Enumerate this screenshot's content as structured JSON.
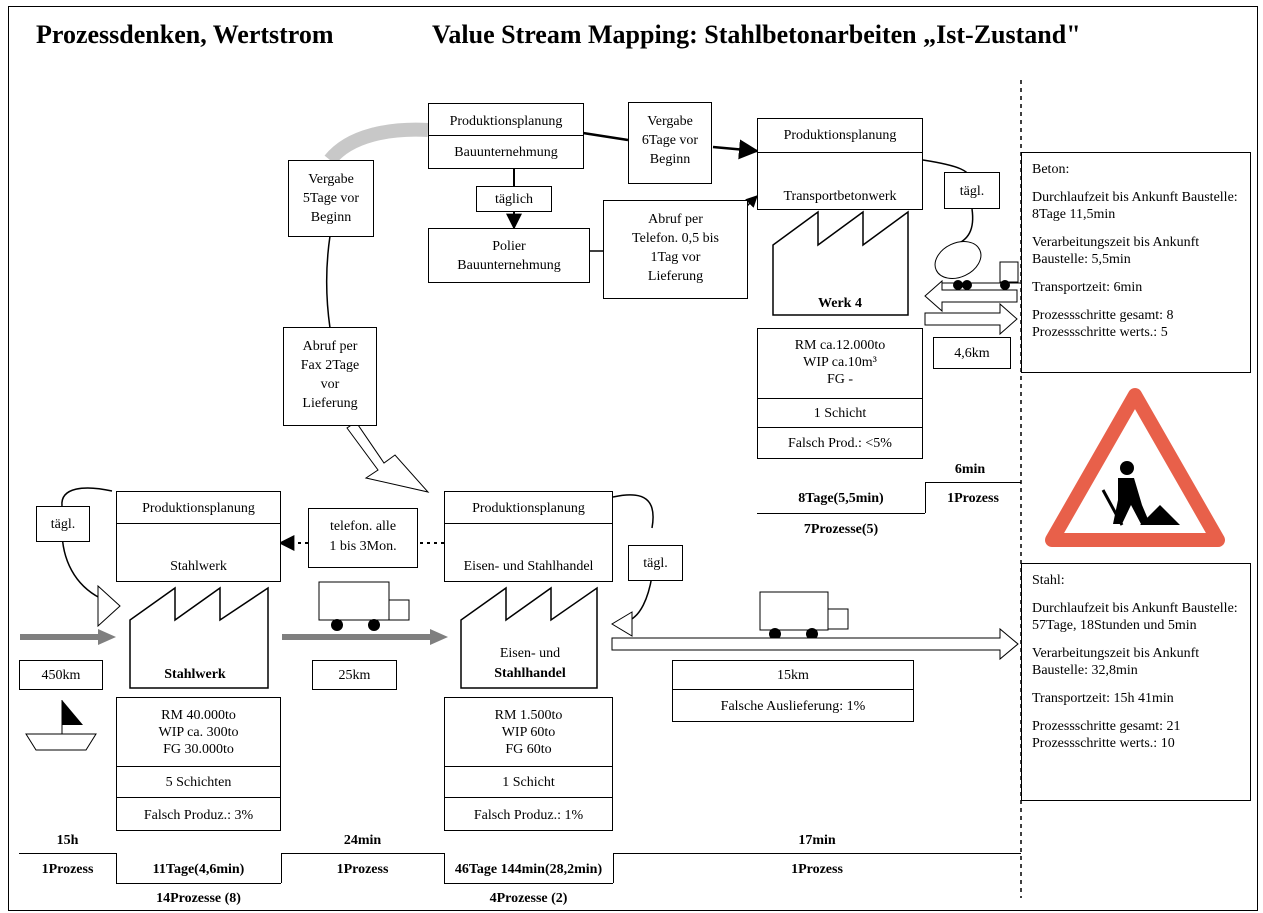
{
  "title_left": "Prozessdenken, Wertstrom",
  "title_right": "Value Stream Mapping: Stahlbetonarbeiten  „Ist-Zustand\"",
  "pp_bau": {
    "top": "Produktionsplanung",
    "bottom": "Bauunternehmung"
  },
  "vergabe6": [
    "Vergabe",
    "6Tage vor",
    "Beginn"
  ],
  "vergabe5": [
    "Vergabe",
    "5Tage vor",
    "Beginn"
  ],
  "taeglich_bau": "täglich",
  "polier": [
    "Polier",
    "Bauunternehmung"
  ],
  "abruf_tel": [
    "Abruf per",
    "Telefon. 0,5 bis",
    "1Tag vor",
    "Lieferung"
  ],
  "pp_transport": {
    "top": "Produktionsplanung",
    "bottom": "Transportbetonwerk"
  },
  "taegl_beton": "tägl.",
  "werk4": "Werk 4",
  "werk4_data": {
    "rm": "RM ca.12.000to",
    "wip": "WIP ca.10m³",
    "fg": "FG -",
    "schicht": "1 Schicht",
    "falsch": "Falsch Prod.: <5%"
  },
  "km_beton": "4,6km",
  "abruf_fax": [
    "Abruf per",
    "Fax 2Tage",
    "vor",
    "Lieferung"
  ],
  "beton_timeline": {
    "top": "6min",
    "left": "8Tage(5,5min)",
    "right": "1Prozess",
    "below": "7Prozesse(5)"
  },
  "beton_info": {
    "title": "Beton:",
    "items": [
      "Durchlaufzeit bis Ankunft Baustelle: 8Tage 11,5min",
      "Verarbeitungszeit bis Ankunft Baustelle: 5,5min",
      "Transportzeit: 6min"
    ],
    "steps": [
      "Prozessschritte gesamt: 8",
      "Prozessschritte werts.: 5"
    ]
  },
  "stahl_info": {
    "title": "Stahl:",
    "items": [
      "Durchlaufzeit bis Ankunft Baustelle: 57Tage, 18Stunden und 5min",
      "Verarbeitungszeit bis Ankunft Baustelle: 32,8min",
      "Transportzeit: 15h 41min"
    ],
    "steps": [
      "Prozessschritte gesamt: 21",
      "Prozessschritte werts.: 10"
    ]
  },
  "pp_stahlwerk": {
    "top": "Produktionsplanung",
    "bottom": "Stahlwerk"
  },
  "pp_handel": {
    "top": "Produktionsplanung",
    "bottom": "Eisen- und Stahlhandel"
  },
  "telefon_alle": [
    "telefon. alle",
    "1 bis 3Mon."
  ],
  "taegl_stahlwerk": "tägl.",
  "taegl_handel": "tägl.",
  "stahlwerk_label": "Stahlwerk",
  "handel_label": [
    "Eisen- und",
    "Stahlhandel"
  ],
  "km450": "450km",
  "km25": "25km",
  "km15": "15km",
  "falsche_auslieferung": "Falsche Auslieferung: 1%",
  "stahlwerk_data": {
    "rm": "RM 40.000to",
    "wip": "WIP ca. 300to",
    "fg": "FG 30.000to",
    "schicht": "5 Schichten",
    "falsch": "Falsch Produz.: 3%"
  },
  "handel_data": {
    "rm": "RM 1.500to",
    "wip": "WIP 60to",
    "fg": "FG 60to",
    "schicht": "1 Schicht",
    "falsch": "Falsch Produz.: 1%"
  },
  "stahl_timeline": {
    "top": [
      "15h",
      "24min",
      "17min"
    ],
    "bottom": [
      "1Prozess",
      "11Tage(4,6min)",
      "1Prozess",
      "46Tage 144min(28,2min)",
      "1Prozess"
    ],
    "below": [
      "14Prozesse (8)",
      "4Prozesse (2)"
    ]
  },
  "colors": {
    "arrow_gray": "#7f7f7f",
    "warning_red": "#e8604a",
    "curve_gray": "#c8c8c8"
  }
}
